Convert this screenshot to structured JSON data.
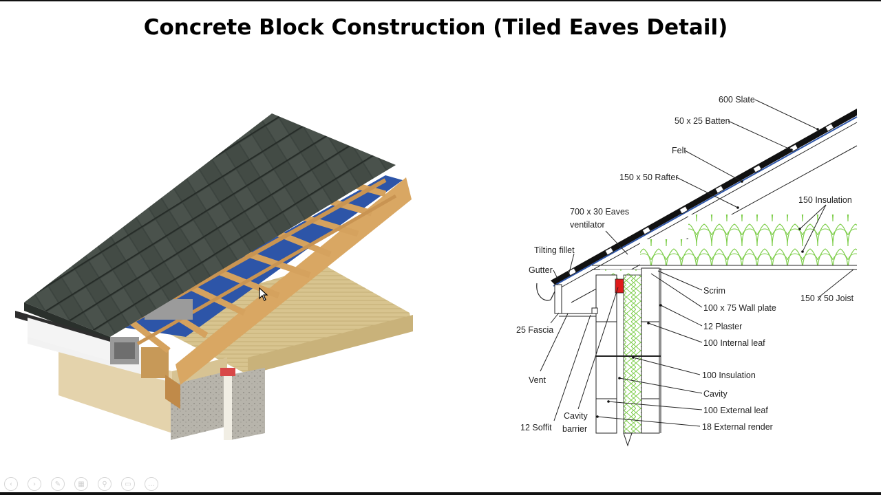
{
  "slide": {
    "title": "Concrete Block Construction (Tiled Eaves Detail)"
  },
  "colors": {
    "slate": "#3d4540",
    "felt": "#2d55a8",
    "timber": "#d9a763",
    "insulation_green": "#7ccd48",
    "wall_plate_red": "#e01b1b",
    "block_grey": "#b5b2aa",
    "render": "#e6d8b6"
  },
  "detail": {
    "labels": {
      "slate": "600 Slate",
      "batten": "50 x 25 Batten",
      "felt": "Felt",
      "rafter": "150 x 50 Rafter",
      "eaves_vent_line1": "700 x 30 Eaves",
      "eaves_vent_line2": "ventilator",
      "tilting_fillet": "Tilting fillet",
      "gutter": "Gutter",
      "fascia": "25 Fascia",
      "vent": "Vent",
      "soffit": "12 Soffit",
      "cavity_barrier_line1": "Cavity",
      "cavity_barrier_line2": "barrier",
      "insulation_roof": "150 Insulation",
      "joist": "150 x 50 Joist",
      "scrim": "Scrim",
      "wall_plate": "100 x 75 Wall plate",
      "plaster": "12 Plaster",
      "internal_leaf": "100 Internal leaf",
      "insulation_wall": "100 Insulation",
      "cavity": "Cavity",
      "external_leaf": "100 External leaf",
      "external_render": "18 External render"
    }
  },
  "toolbar": {
    "buttons": [
      {
        "name": "previous-slide-button",
        "icon": "chevron-left-icon",
        "glyph": "‹"
      },
      {
        "name": "next-slide-button",
        "icon": "chevron-right-icon",
        "glyph": "›"
      },
      {
        "name": "pen-tool-button",
        "icon": "pen-icon",
        "glyph": "✎"
      },
      {
        "name": "all-slides-button",
        "icon": "grid-icon",
        "glyph": "▦"
      },
      {
        "name": "zoom-button",
        "icon": "magnifier-icon",
        "glyph": "⚲"
      },
      {
        "name": "subtitles-button",
        "icon": "subtitles-icon",
        "glyph": "▭"
      },
      {
        "name": "more-options-button",
        "icon": "ellipsis-icon",
        "glyph": "…"
      }
    ]
  }
}
